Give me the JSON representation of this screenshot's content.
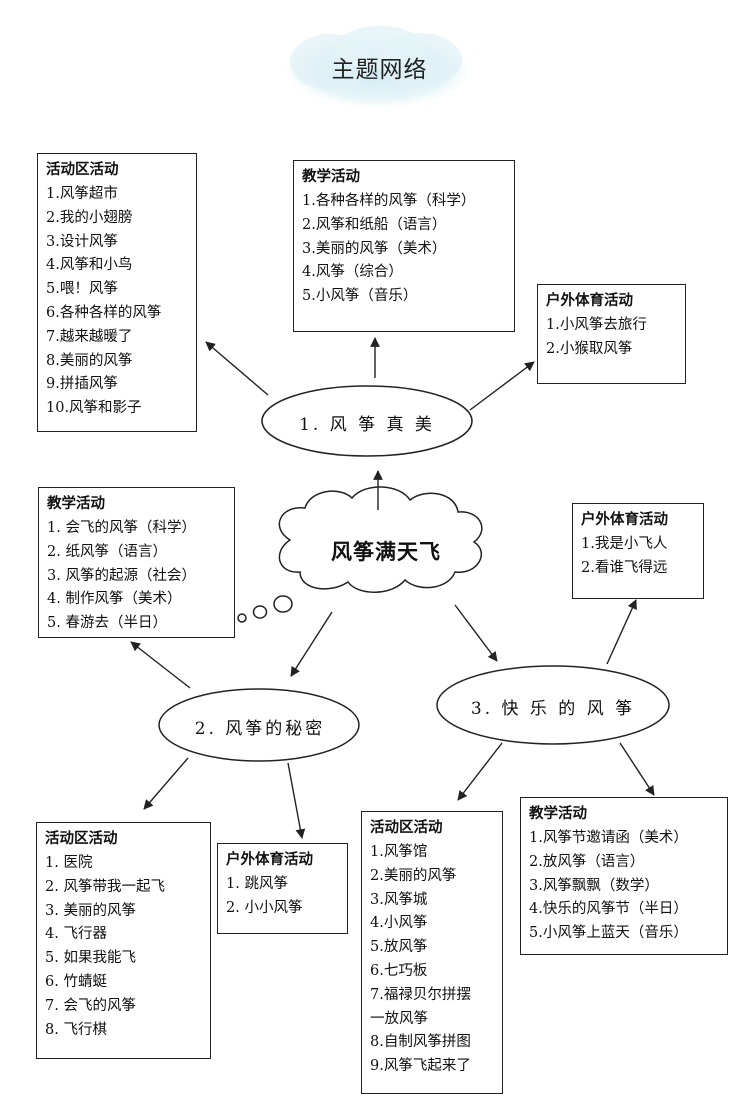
{
  "title": "主题网络",
  "center": "风筝满天飞",
  "themes": [
    {
      "label": "1. 风 筝 真 美"
    },
    {
      "label": "2. 风筝的秘密"
    },
    {
      "label": "3. 快 乐 的 风 筝"
    }
  ],
  "boxes": {
    "t1_area": {
      "heading": "活动区活动",
      "items": [
        "1.风筝超市",
        "2.我的小翅膀",
        "3.设计风筝",
        "4.风筝和小鸟",
        "5.喂！风筝",
        "6.各种各样的风筝",
        "7.越来越暖了",
        "8.美丽的风筝",
        "9.拼插风筝",
        "10.风筝和影子"
      ]
    },
    "t1_teach": {
      "heading": "教学活动",
      "items": [
        "1.各种各样的风筝（科学）",
        "2.风筝和纸船（语言）",
        "3.美丽的风筝（美术）",
        "4.风筝（综合）",
        "5.小风筝（音乐）"
      ]
    },
    "t1_outdoor": {
      "heading": "户外体育活动",
      "items": [
        "1.小风筝去旅行",
        "2.小猴取风筝"
      ]
    },
    "t2_teach": {
      "heading": "教学活动",
      "items": [
        "1.  会飞的风筝（科学）",
        "2.  纸风筝（语言）",
        "3.  风筝的起源（社会）",
        "4.  制作风筝（美术）",
        "5.  春游去（半日）"
      ]
    },
    "t3_outdoor": {
      "heading": "户外体育活动",
      "items": [
        "1.我是小飞人",
        "2.看谁飞得远"
      ]
    },
    "t2_area": {
      "heading": "活动区活动",
      "items": [
        "1.  医院",
        "2.  风筝带我一起飞",
        "3.  美丽的风筝",
        "4.  飞行器",
        "5.  如果我能飞",
        "6.  竹蜻蜓",
        "7.  会飞的风筝",
        "8.  飞行棋"
      ]
    },
    "t2_outdoor": {
      "heading": "户外体育活动",
      "items": [
        "1.  跳风筝",
        "2.  小小风筝"
      ]
    },
    "t3_area": {
      "heading": "活动区活动",
      "items": [
        "1.风筝馆",
        "2.美丽的风筝",
        "3.风筝城",
        "4.小风筝",
        "5.放风筝",
        "6.七巧板",
        "7.福禄贝尔拼摆",
        "一放风筝",
        "8.自制风筝拼图",
        "9.风筝飞起来了"
      ]
    },
    "t3_teach": {
      "heading": "教学活动",
      "items": [
        "1.风筝节邀请函（美术）",
        "2.放风筝（语言）",
        "3.风筝飘飘（数学）",
        "4.快乐的风筝节（半日）",
        "5.小风筝上蓝天（音乐）"
      ]
    }
  }
}
